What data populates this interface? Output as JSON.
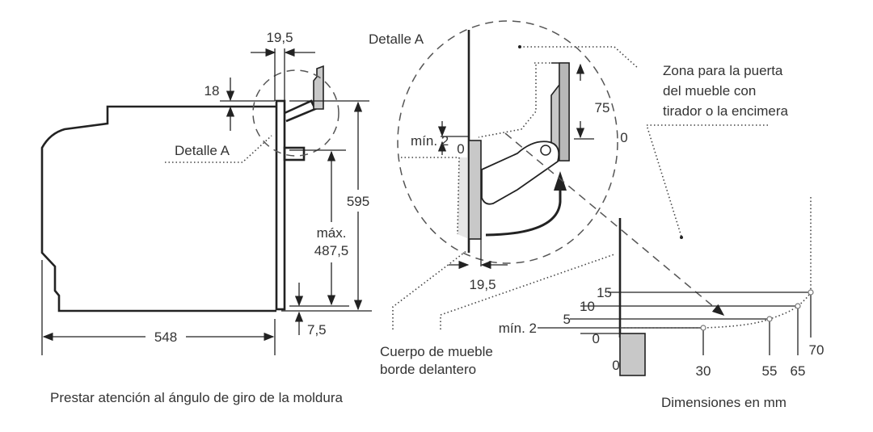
{
  "side_view": {
    "dim_top_width": "19,5",
    "dim_door_height_offset": "18",
    "detail_label": "Detalle A",
    "dim_depth": "548",
    "dim_height": "595",
    "dim_max_line1": "máx.",
    "dim_max_line2": "487,5",
    "dim_bottom": "7,5"
  },
  "detail_view": {
    "title": "Detalle A",
    "dim_min": "mín. 2",
    "dim_zero_left": "0",
    "dim_75": "75",
    "dim_zero_right": "0",
    "dim_bottom_width": "19,5",
    "zone_label": [
      "Zona para la puerta",
      "del mueble con",
      "tirador o la encimera"
    ],
    "cabinet_label": [
      "Cuerpo de mueble",
      "borde delantero"
    ]
  },
  "clearance_chart": {
    "y_labels": [
      "15",
      "10",
      "5",
      "mín. 2",
      "0"
    ],
    "x_labels": [
      "0",
      "30",
      "55",
      "65",
      "70"
    ]
  },
  "footer": {
    "note": "Prestar atención al ángulo de giro de la moldura",
    "units": "Dimensiones en mm"
  }
}
